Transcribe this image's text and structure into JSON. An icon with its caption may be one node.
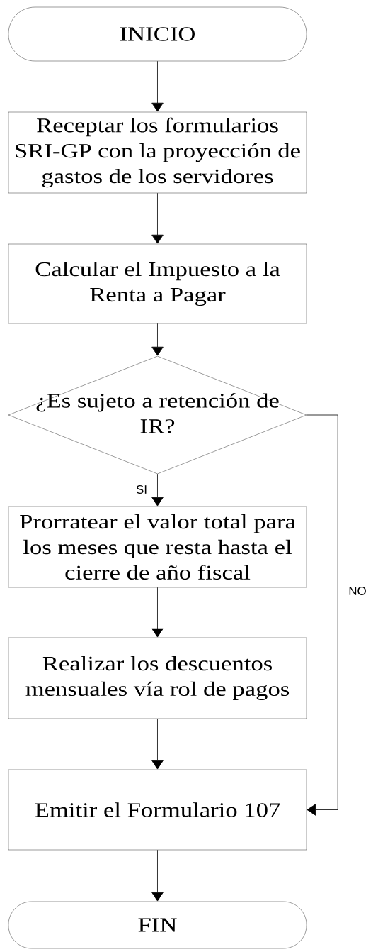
{
  "diagram": {
    "nodes": [
      {
        "text": [
          "INICIO"
        ]
      },
      {
        "text": [
          "Receptar los formularios SRI-GP con la proyección de gastos de los servidores"
        ]
      },
      {
        "text": [
          "Calcular el Impuesto a la Renta a Pagar"
        ]
      },
      {
        "text": [
          "¿Es sujeto a retención de IR?"
        ]
      },
      {
        "text": [
          "Prorratear el valor total para los meses que resta hasta el cierre de año fiscal"
        ]
      },
      {
        "text": [
          "Realizar los descuentos mensuales vía rol de pagos"
        ]
      },
      {
        "text": [
          "Emitir el Formulario 107"
        ]
      },
      {
        "text": [
          "FIN"
        ]
      }
    ],
    "edges": [
      {
        "from": 0,
        "to": 1,
        "arrow": "to"
      },
      {
        "from": 1,
        "to": 2,
        "arrow": "to"
      },
      {
        "from": 2,
        "to": 3,
        "arrow": "to"
      },
      {
        "from": 3,
        "to": 4,
        "arrow": "to",
        "label": "SI"
      },
      {
        "from": 4,
        "to": 5,
        "arrow": "to"
      },
      {
        "from": 5,
        "to": 6,
        "arrow": "to"
      },
      {
        "from": 3,
        "to": 6,
        "arrow": "to",
        "label": "NO"
      },
      {
        "from": 6,
        "to": 7,
        "arrow": "to"
      }
    ]
  }
}
